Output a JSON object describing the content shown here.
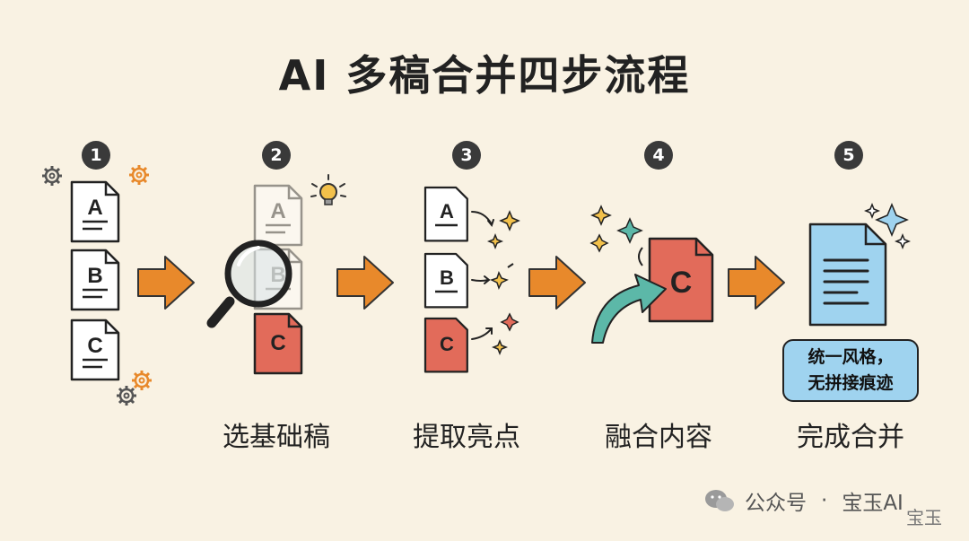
{
  "title": "AI 多稿合并四步流程",
  "steps": [
    {
      "number": "1",
      "label": ""
    },
    {
      "number": "2",
      "label": "选基础稿"
    },
    {
      "number": "3",
      "label": "提取亮点"
    },
    {
      "number": "4",
      "label": "融合内容"
    },
    {
      "number": "5",
      "label": "完成合并"
    }
  ],
  "doc_letters": {
    "a": "A",
    "b": "B",
    "c": "C"
  },
  "callout": {
    "line1": "统一风格，",
    "line2": "无拼接痕迹"
  },
  "watermark": {
    "account": "公众号",
    "dot": "·",
    "name": "宝玉AI",
    "corner": "宝玉"
  },
  "colors": {
    "background": "#f9f2e3",
    "arrow": "#e8892b",
    "doc_red": "#e26b5a",
    "doc_blue": "#9fd3ef",
    "teal": "#5cb8a8",
    "star_gold": "#f3c14b"
  },
  "icons": [
    "gear-icon",
    "magnifier-icon",
    "lightbulb-icon",
    "sparkle-icon",
    "curved-arrow-icon",
    "wechat-icon"
  ]
}
